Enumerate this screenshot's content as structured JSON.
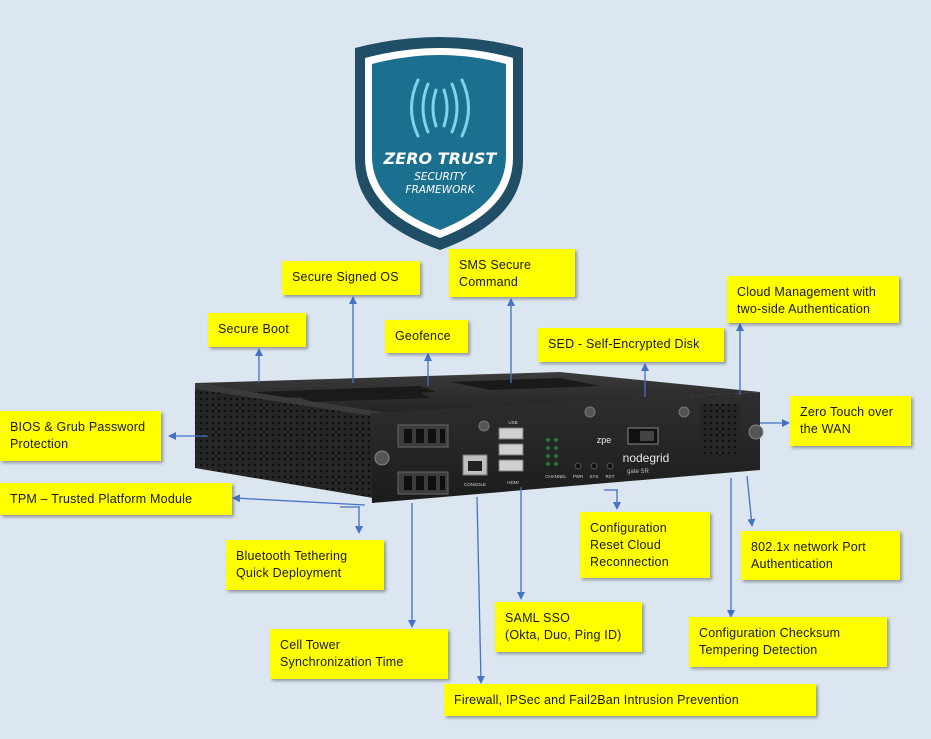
{
  "badge": {
    "title": "ZERO TRUST",
    "line2": "SECURITY",
    "line3": "FRAMEWORK"
  },
  "device": {
    "brand": "zpe",
    "product": "nodegrid",
    "model": "gate SR",
    "port_labels": {
      "usb": "USB",
      "console": "CONSOLE",
      "hdmi": "HDMI",
      "channel": "CHANNEL",
      "pwr": "PWR",
      "sys": "SYS",
      "rst": "RST"
    }
  },
  "labels": {
    "secure_signed_os": "Secure Signed OS",
    "sms_secure_command": "SMS Secure\nCommand",
    "cloud_management": "Cloud Management with\ntwo-side Authentication",
    "secure_boot": "Secure Boot",
    "geofence": "Geofence",
    "sed": "SED - Self-Encrypted Disk",
    "bios_grub": "BIOS & Grub Password\nProtection",
    "zero_touch": "Zero Touch over\nthe WAN",
    "tpm": "TPM – Trusted Platform Module",
    "bluetooth": "Bluetooth Tethering\nQuick Deployment",
    "config_reset": "Configuration\nReset Cloud\nReconnection",
    "port_auth": "802.1x network Port\nAuthentication",
    "saml_sso": "SAML SSO\n(Okta, Duo, Ping ID)",
    "cell_tower": "Cell Tower\nSynchronization  Time",
    "config_checksum": "Configuration  Checksum\nTempering  Detection",
    "firewall": "Firewall, IPSec and Fail2Ban Intrusion Prevention"
  },
  "colors": {
    "background": "#dbe6f1",
    "label_fill": "#ffff00",
    "arrow": "#4472c4",
    "shield_outer": "#1f4e66",
    "shield_inner": "#1b6f8f",
    "device_body": "#2a2a2a"
  }
}
